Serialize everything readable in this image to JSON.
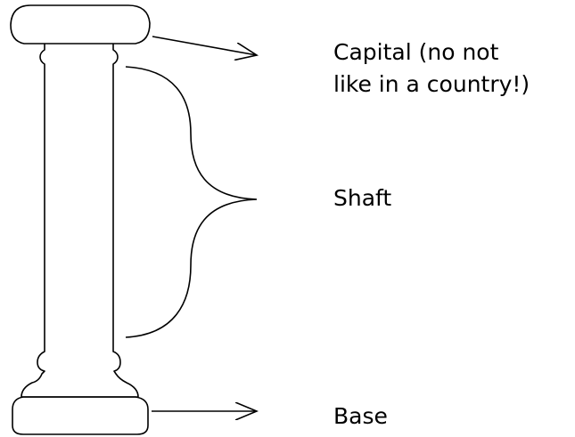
{
  "labels": {
    "capital": {
      "line1": "Capital (no not",
      "line2": "like in a country!)"
    },
    "shaft": "Shaft",
    "base": "Base"
  },
  "colors": {
    "stroke": "#000000",
    "background": "#ffffff"
  }
}
